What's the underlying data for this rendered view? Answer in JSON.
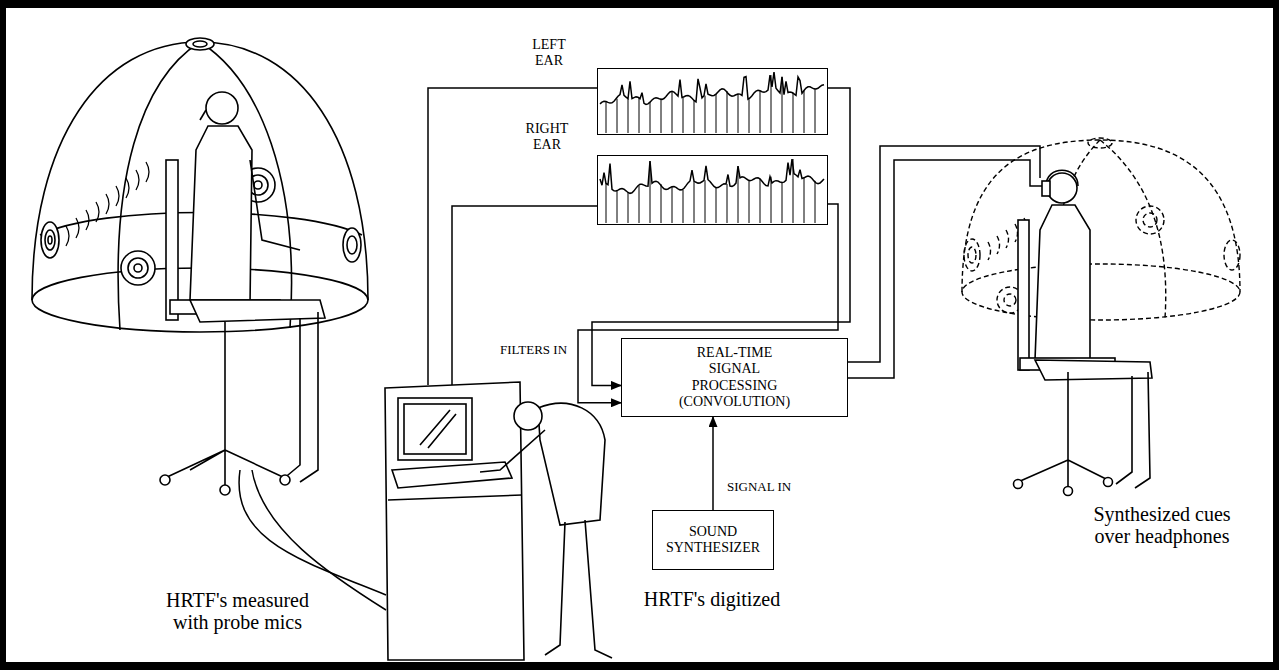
{
  "diagram": {
    "nodes": [
      {
        "text": [
          "LEFT EAR"
        ]
      },
      {
        "text": [
          "RIGHT EAR"
        ]
      },
      {
        "text": [
          "REAL-TIME SIGNAL PROCESSING (CONVOLUTION)"
        ]
      },
      {
        "text": [
          "SOUND SYNTHESIZER"
        ]
      }
    ],
    "edges": [
      {
        "from": 0,
        "to": 2,
        "arrow": "to"
      },
      {
        "from": 1,
        "to": 2,
        "arrow": "to"
      },
      {
        "from": 3,
        "to": 2,
        "label": "SIGNAL IN",
        "arrow": "to"
      }
    ],
    "labels": [
      "FILTERS IN",
      "HRTF's measured with probe mics",
      "HRTF's digitized",
      "Synthesized cues over headphones"
    ]
  }
}
